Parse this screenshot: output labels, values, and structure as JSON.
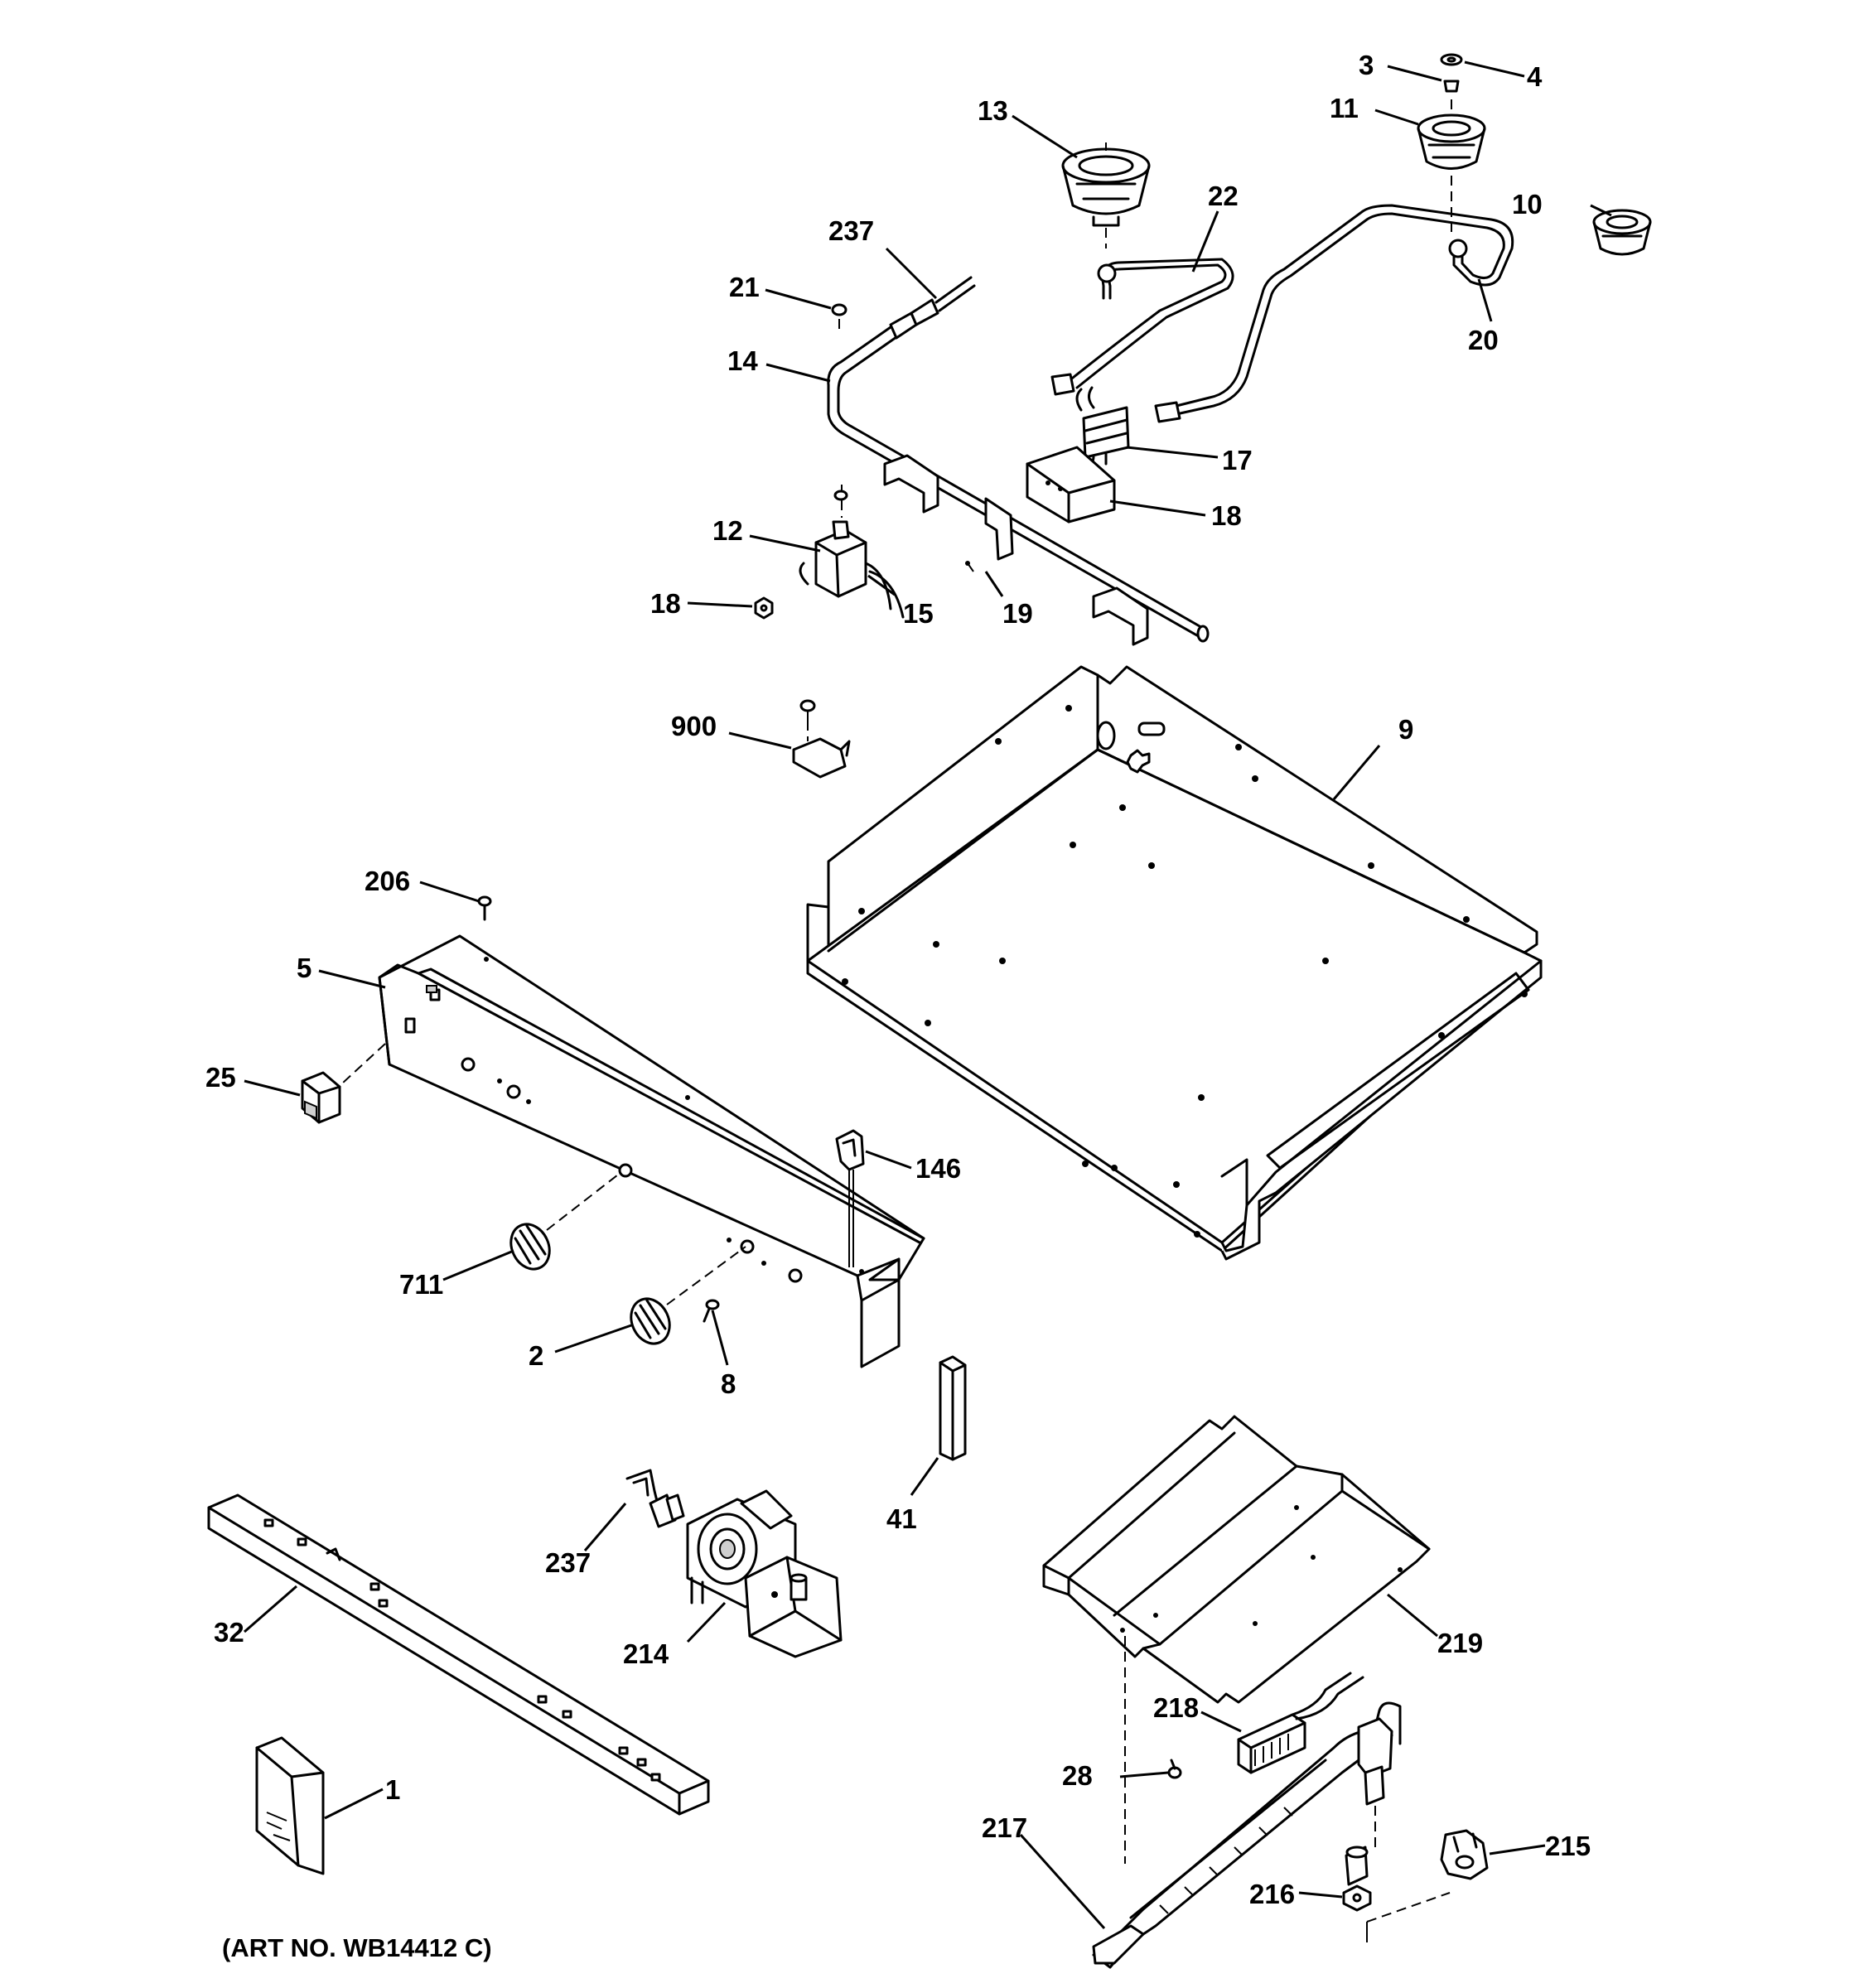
{
  "labels": {
    "p3": "3",
    "p4": "4",
    "p11": "11",
    "p13": "13",
    "p10": "10",
    "p22": "22",
    "p237a": "237",
    "p21": "21",
    "p20": "20",
    "p14": "14",
    "p17": "17",
    "p18a": "18",
    "p12": "12",
    "p15": "15",
    "p19": "19",
    "p18b": "18",
    "p900": "900",
    "p9": "9",
    "p206": "206",
    "p5": "5",
    "p25": "25",
    "p146": "146",
    "p711": "711",
    "p2": "2",
    "p8": "8",
    "p41": "41",
    "p237b": "237",
    "p214": "214",
    "p32": "32",
    "p219": "219",
    "p218": "218",
    "p28": "28",
    "p1": "1",
    "p217": "217",
    "p215": "215",
    "p216": "216"
  },
  "art_number": "(ART NO. WB14412 C)"
}
